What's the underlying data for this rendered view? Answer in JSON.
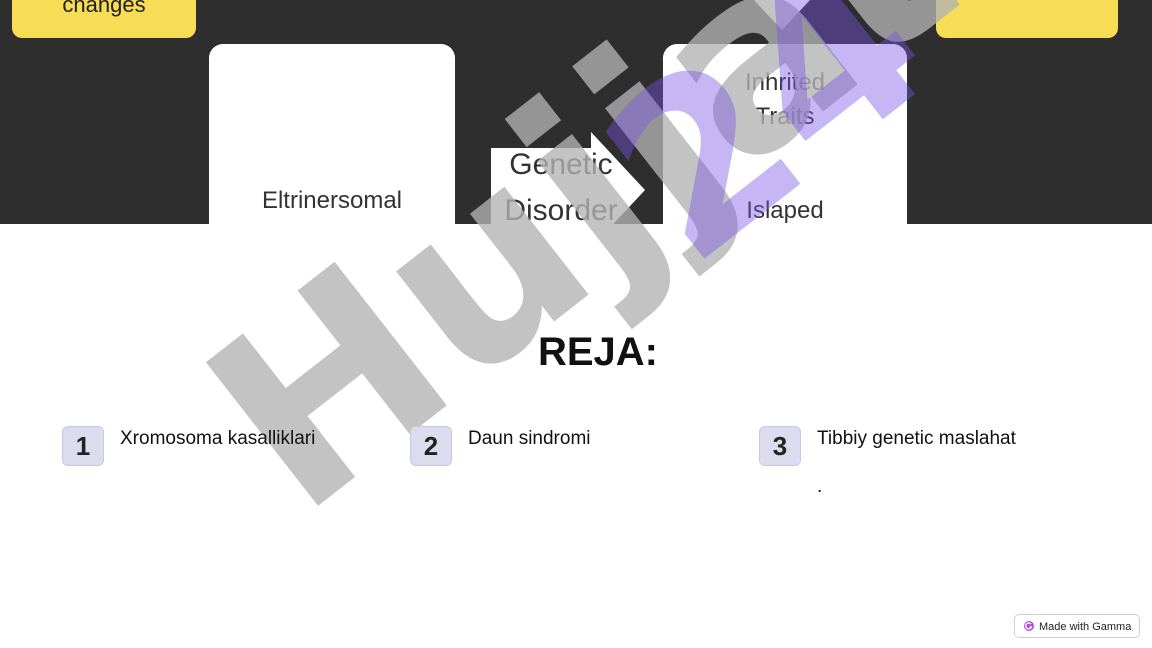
{
  "hero": {
    "top_left_box": "changes",
    "top_right_box": "",
    "left_card_text": "Eltrinersomal",
    "right_card_line1": "Inhrited",
    "right_card_line2": "Traits",
    "right_card_line3": "Islaped",
    "arrow_line1": "Genetic",
    "arrow_line2": "Disorder"
  },
  "title": "REJA:",
  "items": [
    {
      "number": "1",
      "text": "Xromosoma kasalliklari"
    },
    {
      "number": "2",
      "text": "Daun sindromi"
    },
    {
      "number": "3",
      "text": "Tibbiy genetic maslahat",
      "extra": "."
    }
  ],
  "badge": {
    "label": "Made with Gamma"
  },
  "watermark": {
    "gray_text": "Hujjat",
    "purple_text": "24"
  },
  "colors": {
    "yellow": "#f7dc56",
    "badge_bg": "#dcdcef",
    "hero_bg": "#2e2e2e"
  }
}
